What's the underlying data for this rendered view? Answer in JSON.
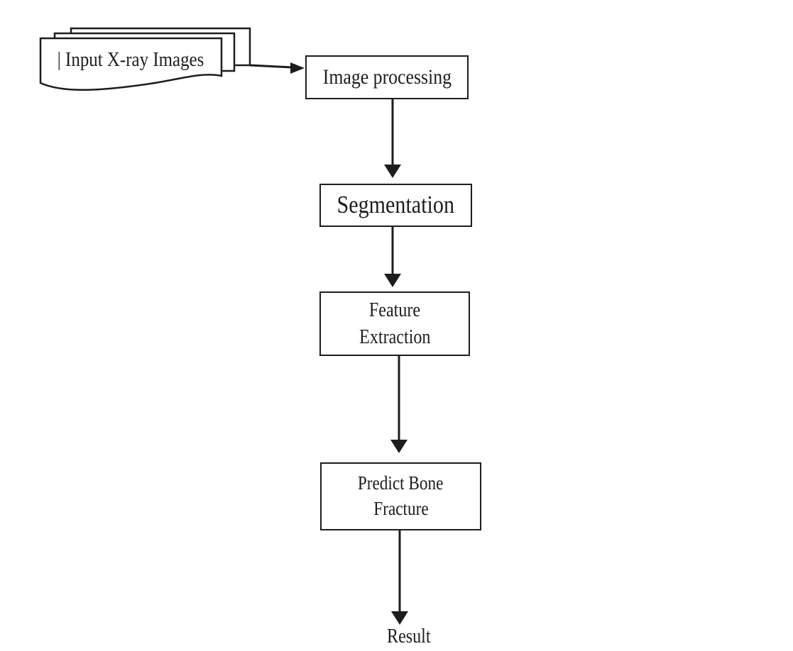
{
  "colors": {
    "ink": "#1d1d1d",
    "background": "#ffffff"
  },
  "flowchart": {
    "input": {
      "label": "| Input X-ray Images",
      "shape": "stacked-documents"
    },
    "image_processing": {
      "label": "Image processing",
      "shape": "rectangle"
    },
    "segmentation": {
      "label": "Segmentation",
      "shape": "rectangle"
    },
    "feature_extraction": {
      "line1": "Feature",
      "line2": "Extraction",
      "shape": "rectangle"
    },
    "predict_bone_fracture": {
      "line1": "Predict Bone",
      "line2": "Fracture",
      "shape": "rectangle"
    },
    "result": {
      "label": "Result",
      "shape": "plain-text"
    },
    "edges": [
      {
        "from": "input",
        "to": "image_processing"
      },
      {
        "from": "image_processing",
        "to": "segmentation"
      },
      {
        "from": "segmentation",
        "to": "feature_extraction"
      },
      {
        "from": "feature_extraction",
        "to": "predict_bone_fracture"
      },
      {
        "from": "predict_bone_fracture",
        "to": "result"
      }
    ]
  }
}
